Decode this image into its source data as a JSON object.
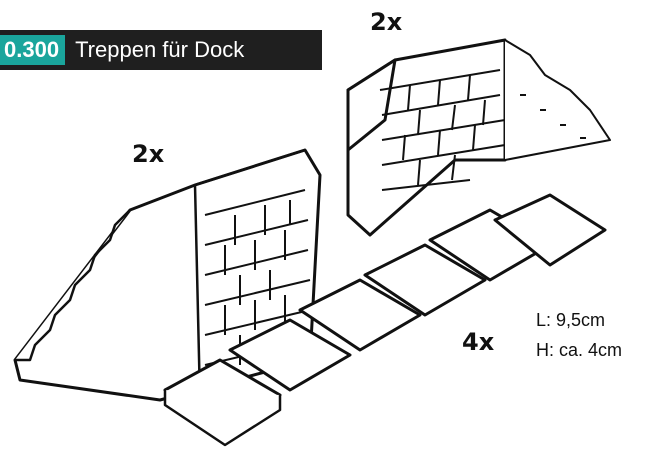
{
  "header": {
    "product_code": "0.300",
    "title": "Treppen für Dock"
  },
  "quantities": {
    "wall_block": "2x",
    "staircase": "2x",
    "pavers": "4x"
  },
  "dimensions": {
    "length": "L: 9,5cm",
    "height": "H: ca. 4cm"
  },
  "colors": {
    "banner_bg": "#1f1f1f",
    "code_bg": "#1aa59c",
    "ink": "#111111"
  }
}
